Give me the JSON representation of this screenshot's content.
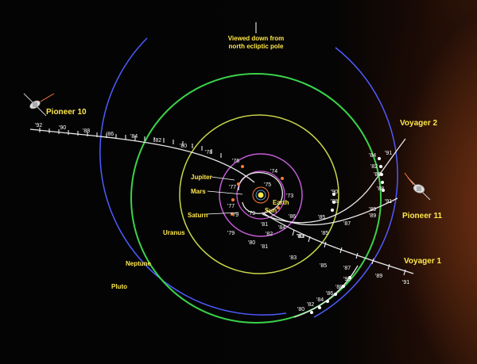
{
  "colors": {
    "background": "#050505",
    "pluto_orbit": "#4d5bff",
    "neptune_orbit": "#3ad24a",
    "uranus_orbit": "#c9d64a",
    "saturn_orbit": "#c55bd8",
    "jupiter_orbit": "#d55be0",
    "trajectory": "#e8e8e8",
    "label": "#ffe84a"
  },
  "header": {
    "line1": "Viewed down from",
    "line2": "north ecliptic pole"
  },
  "spacecraft": {
    "pioneer10": "Pioneer 10",
    "pioneer11": "Pioneer 11",
    "voyager1": "Voyager 1",
    "voyager2": "Voyager 2"
  },
  "planets": {
    "pluto": "Pluto",
    "neptune": "Neptune",
    "uranus": "Uranus",
    "saturn": "Saturn",
    "jupiter": "Jupiter",
    "mars": "Mars",
    "earth": "Earth",
    "sun": "Sun"
  },
  "years": {
    "p10": [
      "'92",
      "'90",
      "'88",
      "'86",
      "'84",
      "'82",
      "'80",
      "'78",
      "'76",
      "'74"
    ],
    "v1": [
      "'83",
      "'85",
      "'87",
      "'89",
      "'91"
    ],
    "v2": [
      "'91",
      "'84",
      "'82",
      "'86",
      "'88",
      "'90"
    ],
    "p11": [
      "'91",
      "'89",
      "'87",
      "'85",
      "'83"
    ],
    "inner": [
      "'73",
      "'75",
      "'77",
      "'77",
      "'79",
      "'79",
      "'81",
      "'79",
      "'80",
      "'81",
      "'82",
      "'84",
      "'86",
      "'83",
      "'85",
      "'88",
      "'89"
    ],
    "bottom": [
      "'80",
      "'82",
      "'84",
      "'86",
      "'88",
      "'90"
    ]
  }
}
